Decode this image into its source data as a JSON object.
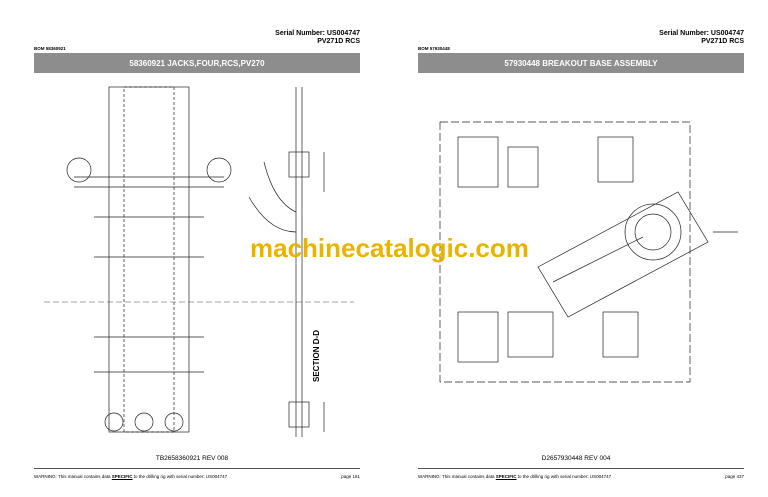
{
  "pages": [
    {
      "serial": "Serial Number: US004747",
      "model": "PV271D RCS",
      "bom": "BOM 58360921",
      "title": "58360921 JACKS,FOUR,RCS,PV270",
      "caption": "TB2658360921 REV 008",
      "warning_pre": "WARNING:  This manual contains data ",
      "warning_bold": "SPECIFIC",
      "warning_post": " to the drilling rig with serial number: US004747",
      "page": "page 161",
      "section_label": "SECTION D-D"
    },
    {
      "serial": "Serial Number: US004747",
      "model": "PV271D RCS",
      "bom": "BOM 57930448",
      "title": "57930448 BREAKOUT BASE ASSEMBLY",
      "caption": "D2657930448 REV 004",
      "warning_pre": "WARNING:  This manual contains data ",
      "warning_bold": "SPECIFIC",
      "warning_post": " to the drilling rig with serial number: US004747",
      "page": "page 437"
    }
  ],
  "watermark": "machinecatalogic.com"
}
